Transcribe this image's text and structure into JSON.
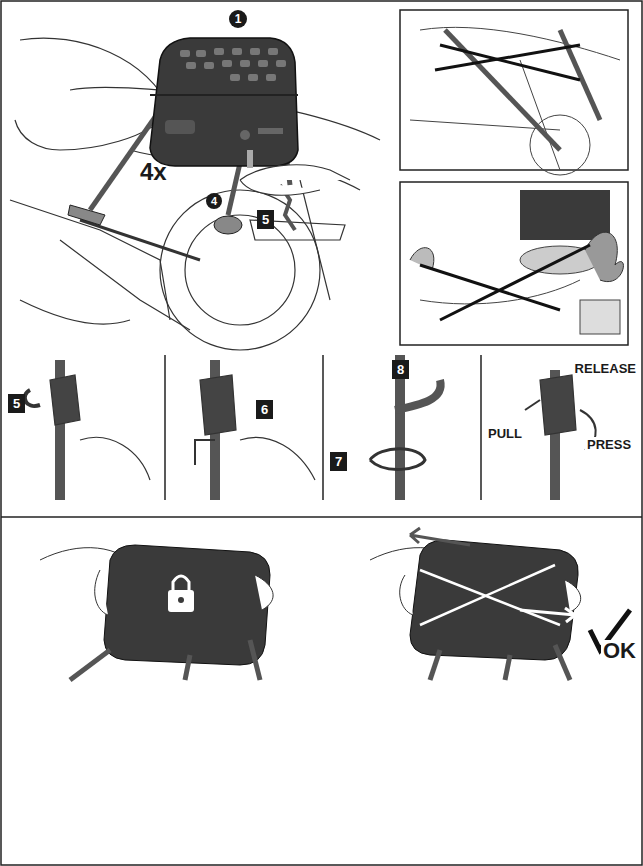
{
  "diagram": {
    "labels": [
      "1",
      "4x",
      "4",
      "5",
      "5",
      "6",
      "7",
      "8",
      "RELEASE",
      "PULL",
      "PRESS",
      "OK"
    ]
  }
}
